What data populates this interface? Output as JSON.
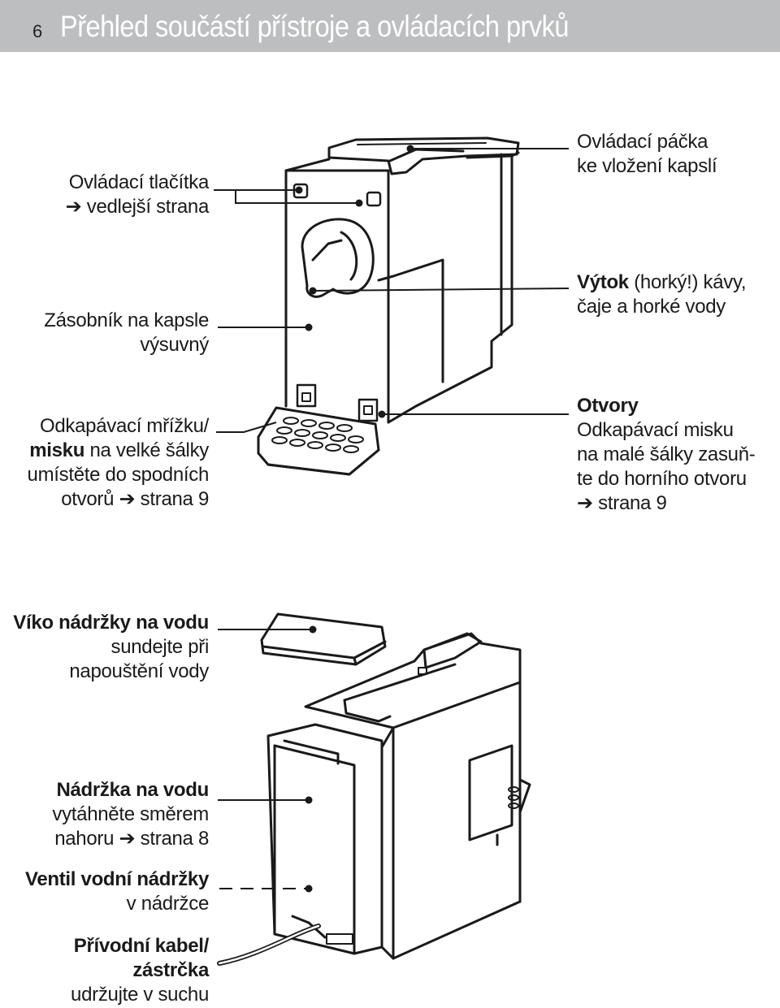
{
  "header": {
    "page_number": "6",
    "title": "Přehled součástí přístroje a ovládacích prvků"
  },
  "labels": {
    "buttons": {
      "title": "Ovládací tlačítka",
      "arrow": "➔",
      "text": "vedlejší strana"
    },
    "capsule": {
      "title": "Zásobník na kapsle",
      "sub": "výsuvný"
    },
    "drip_tray": {
      "title1": "Odkapávací mřížku/",
      "title2": "misku",
      "rest2": " na velké šálky",
      "line3": "umístěte do spodních",
      "line4a": "otvorů ",
      "arrow": "➔",
      "line4b": " strana 9"
    },
    "lever": {
      "title": "Ovládací páčka",
      "sub": "ke vložení kapslí"
    },
    "spout": {
      "title": "Výtok",
      "rest1": " (horký!) kávy,",
      "line2": "čaje a horké vody"
    },
    "openings": {
      "title": "Otvory",
      "line2": "Odkapávací misku",
      "line3": "na malé šálky zasuň-",
      "line4": "te do horního otvoru",
      "arrow": "➔",
      "line5": " strana 9"
    },
    "lid": {
      "title": "Víko nádržky na vodu",
      "line2": "sundejte při",
      "line3": "napouštění vody"
    },
    "tank": {
      "title": "Nádržka na vodu",
      "line2": "vytáhněte směrem",
      "line3a": "nahoru ",
      "arrow": "➔",
      "line3b": " strana 8"
    },
    "valve": {
      "title": "Ventil vodní nádržky",
      "line2": "v nádržce"
    },
    "cable": {
      "title1": "Přívodní kabel/",
      "title2": "zástrčka",
      "line3": "udržujte v suchu"
    }
  },
  "colors": {
    "header_bg": "#bdbec0",
    "title_text": "#ffffff",
    "line": "#1a1a1a"
  }
}
